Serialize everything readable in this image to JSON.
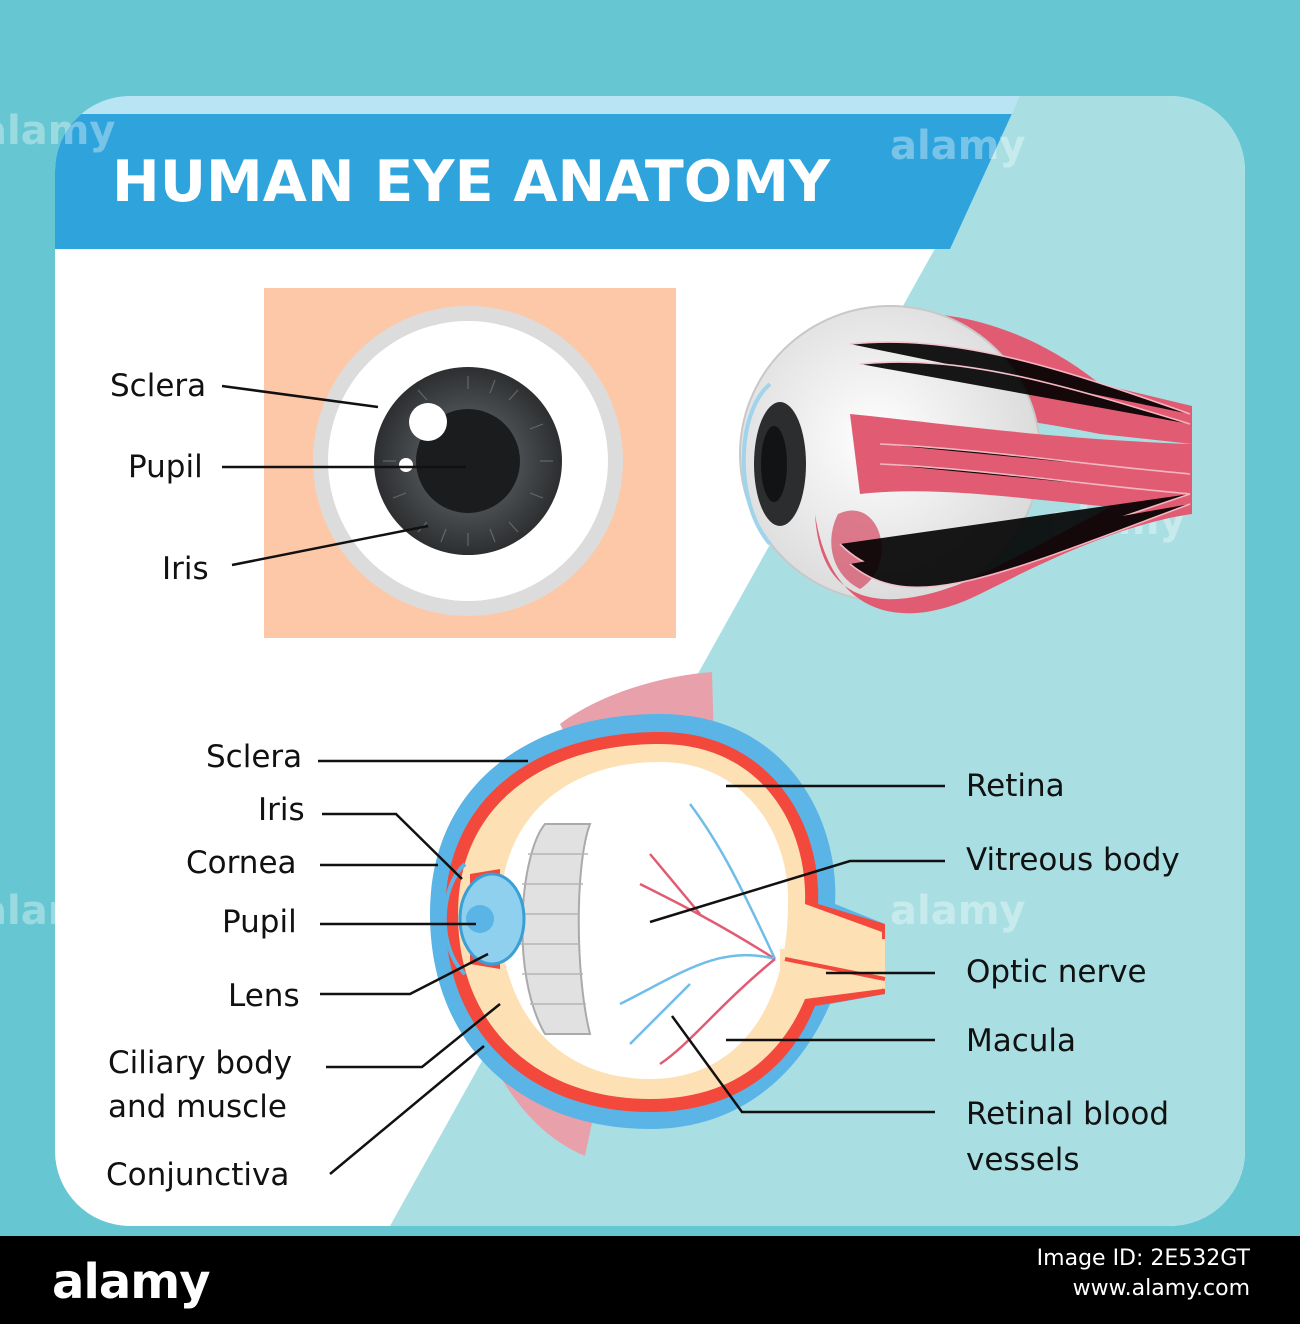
{
  "title": "HUMAN EYE ANATOMY",
  "front_view": {
    "labels": {
      "sclera": "Sclera",
      "pupil": "Pupil",
      "iris": "Iris"
    }
  },
  "cross_section": {
    "left_labels": {
      "sclera": "Sclera",
      "iris": "Iris",
      "cornea": "Cornea",
      "pupil": "Pupil",
      "lens": "Lens",
      "ciliary_line1": "Ciliary body",
      "ciliary_line2": "and muscle",
      "conjunctiva": "Conjunctiva"
    },
    "right_labels": {
      "retina": "Retina",
      "vitreous": "Vitreous body",
      "optic_nerve": "Optic nerve",
      "macula": "Macula",
      "vessels_line1": "Retinal blood",
      "vessels_line2": "vessels"
    }
  },
  "watermark": "alamy",
  "footer": {
    "logo": "alamy",
    "image_id_label": "Image ID: 2E532GT",
    "site": "www.alamy.com"
  },
  "colors": {
    "frame": "#66c6d2",
    "banner": "#2fa3dc",
    "panel_light": "#a9dfe3",
    "skin": "#fdc8a7",
    "muscle": "#e15c73",
    "sclera_blue": "#5ab4e6"
  }
}
